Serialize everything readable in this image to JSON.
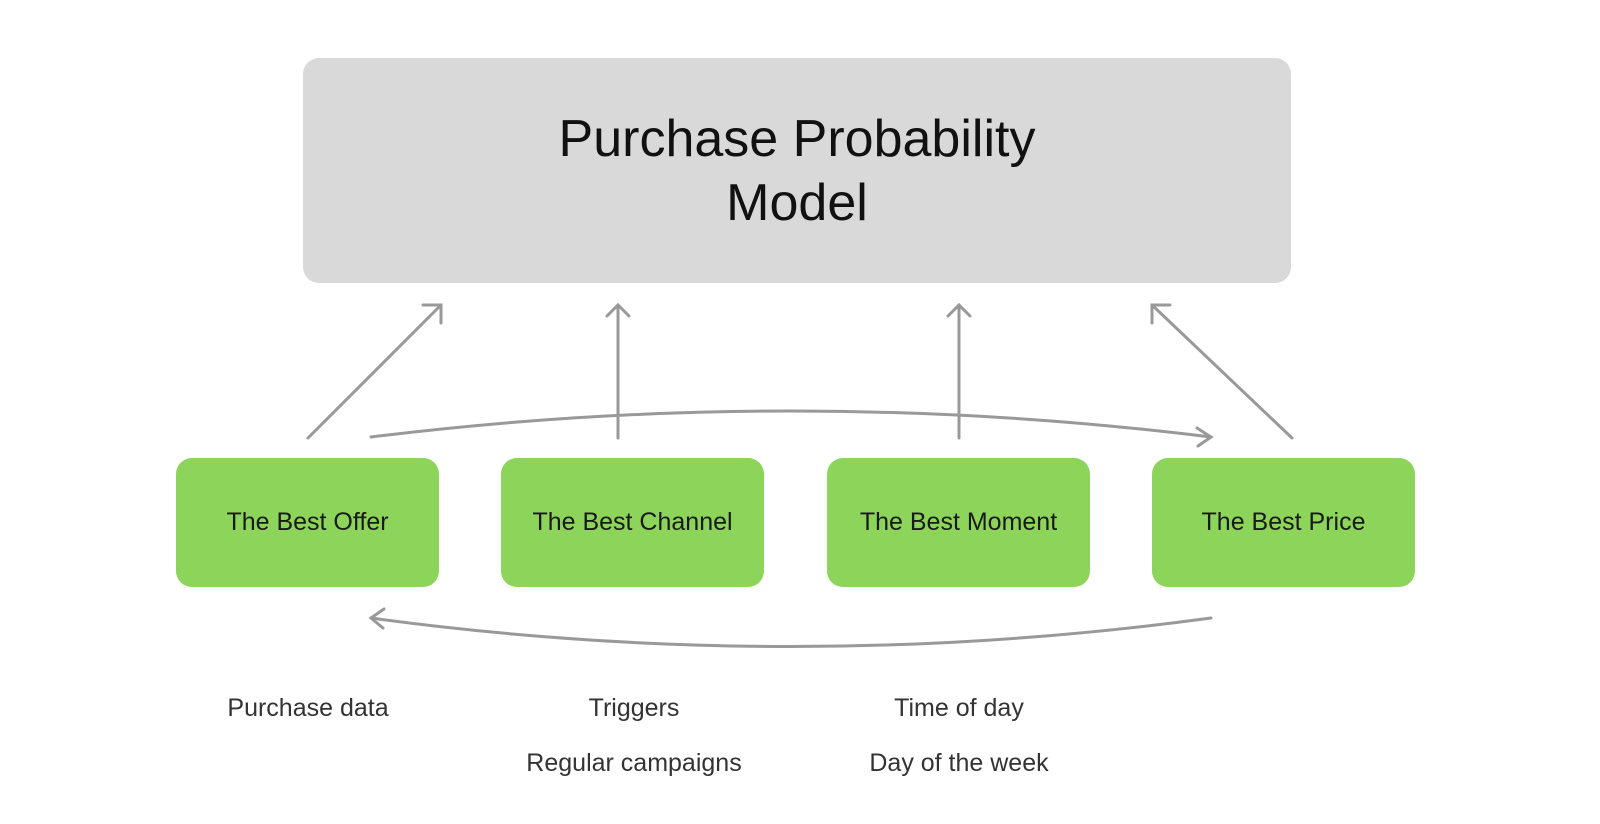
{
  "model": {
    "title": "Purchase Probability\nModel"
  },
  "colors": {
    "node": "#8cd45a",
    "model": "#d9d9d9",
    "arrow": "#999999"
  },
  "nodes": [
    {
      "label": "The Best Offer"
    },
    {
      "label": "The Best Channel"
    },
    {
      "label": "The Best Moment"
    },
    {
      "label": "The Best Price"
    }
  ],
  "inputs": {
    "offer": [
      "Purchase data"
    ],
    "channel": [
      "Triggers",
      "Regular campaigns"
    ],
    "moment": [
      "Time of day",
      "Day of the week"
    ]
  }
}
